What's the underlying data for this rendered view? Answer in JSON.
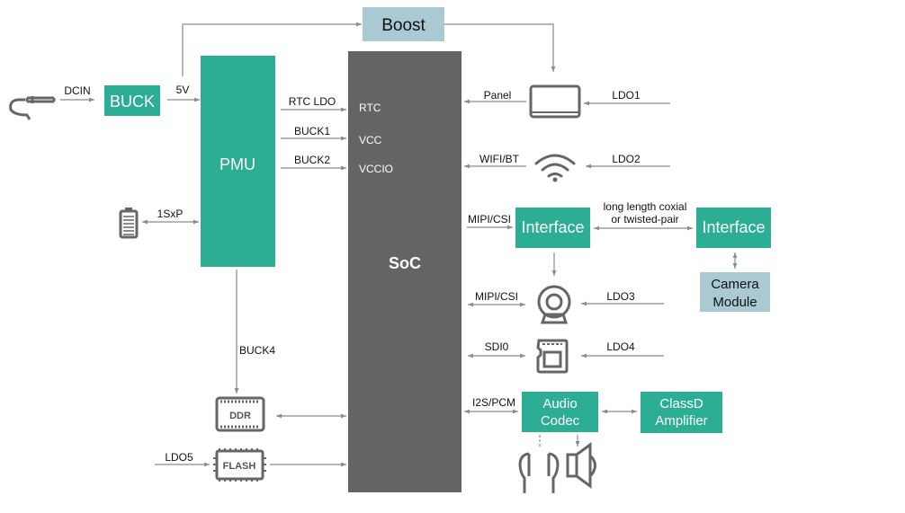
{
  "colors": {
    "green": "#2bae93",
    "blue_grey": "#a9c9d3",
    "soc": "#646464",
    "line": "#8a8a8a",
    "icon": "#666666"
  },
  "blocks": {
    "boost": "Boost",
    "buck": "BUCK",
    "pmu": "PMU",
    "soc": "SoC",
    "interface_left": "Interface",
    "interface_right": "Interface",
    "camera_module": [
      "Camera",
      "Module"
    ],
    "audio_codec": [
      "Audio",
      "Codec"
    ],
    "classd_amplifier": [
      "ClassD",
      "Amplifier"
    ],
    "ddr": "DDR",
    "flash": "FLASH"
  },
  "soc_pins": {
    "rtc": "RTC",
    "vcc": "VCC",
    "vccio": "VCCIO"
  },
  "labels": {
    "dcin": "DCIN",
    "v5": "5V",
    "rtc_ldo": "RTC LDO",
    "buck1": "BUCK1",
    "buck2": "BUCK2",
    "battery": "1SxP",
    "buck4": "BUCK4",
    "ldo5": "LDO5",
    "panel": "Panel",
    "ldo1": "LDO1",
    "wifi_bt": "WIFI/BT",
    "ldo2": "LDO2",
    "mipi_csi_1": "MIPI/CSI",
    "link": [
      "long length coxial",
      "or twisted-pair"
    ],
    "mipi_csi_2": "MIPI/CSI",
    "ldo3": "LDO3",
    "sdio": "SDI0",
    "ldo4": "LDO4",
    "i2s_pcm": "I2S/PCM"
  },
  "icons": [
    "dc-jack-icon",
    "battery-icon",
    "ddr-chip-icon",
    "flash-chip-icon",
    "tablet-icon",
    "wifi-icon",
    "webcam-icon",
    "sd-card-icon",
    "earphones-icon",
    "speaker-icon"
  ]
}
